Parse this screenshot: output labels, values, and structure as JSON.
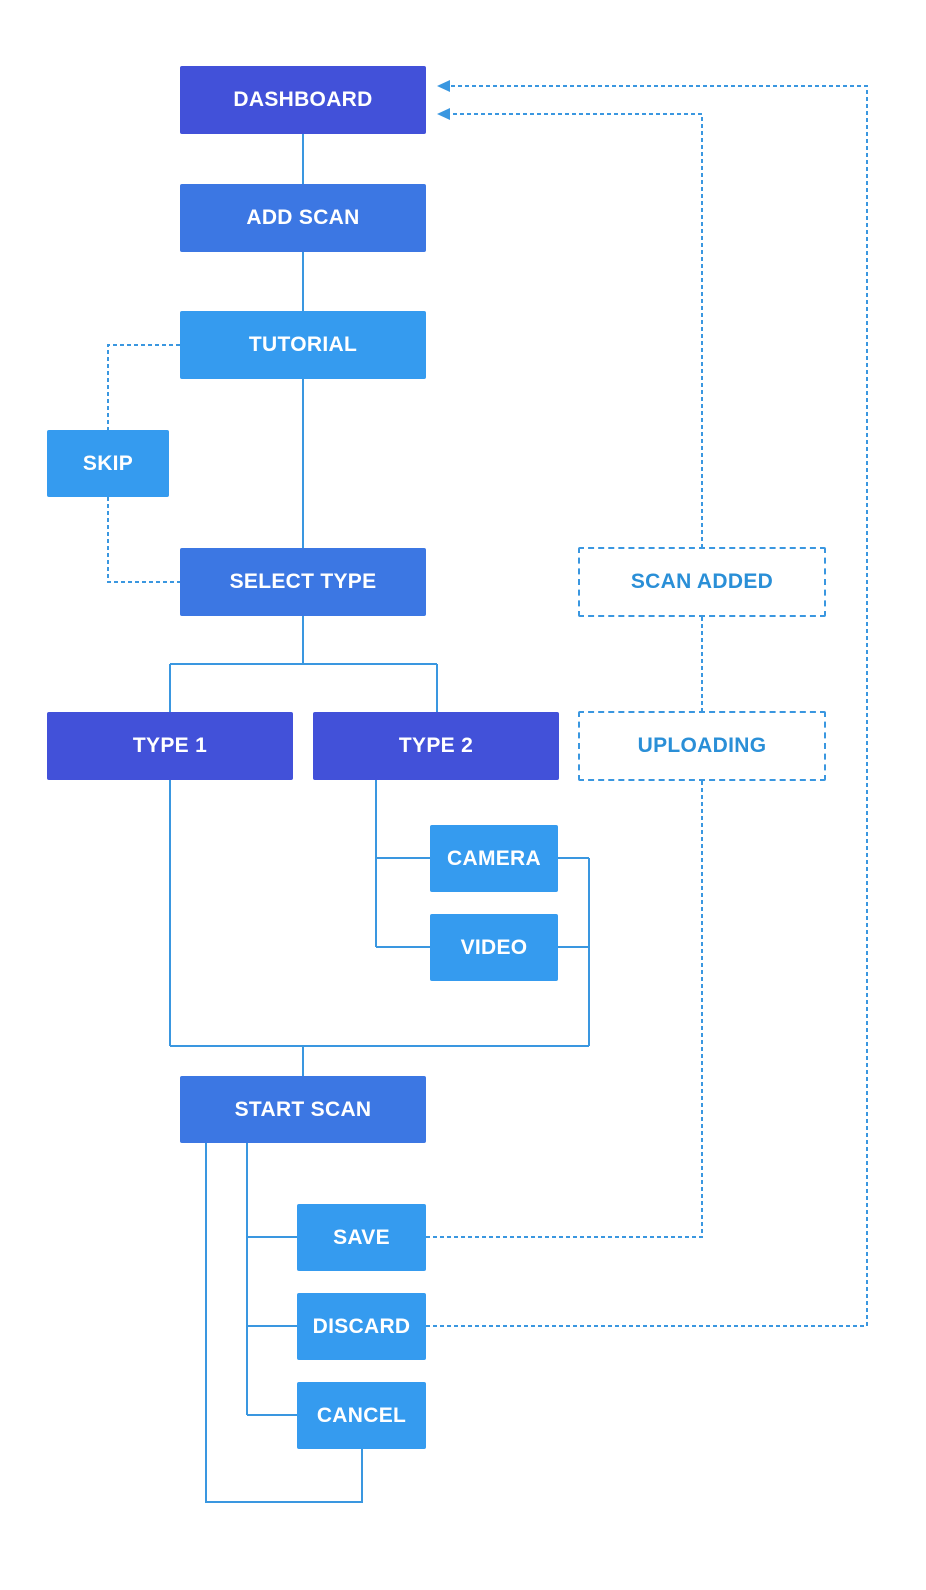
{
  "nodes": {
    "dashboard": "DASHBOARD",
    "add_scan": "ADD SCAN",
    "tutorial": "TUTORIAL",
    "skip": "SKIP",
    "select_type": "SELECT TYPE",
    "scan_added": "SCAN ADDED",
    "type1": "TYPE 1",
    "type2": "TYPE 2",
    "uploading": "UPLOADING",
    "camera": "CAMERA",
    "video": "VIDEO",
    "start_scan": "START SCAN",
    "save": "SAVE",
    "discard": "DISCARD",
    "cancel": "CANCEL"
  },
  "colors": {
    "dark": "#4251d9",
    "mid": "#3c77e3",
    "light": "#359bef",
    "connector": "#3a97e0"
  }
}
